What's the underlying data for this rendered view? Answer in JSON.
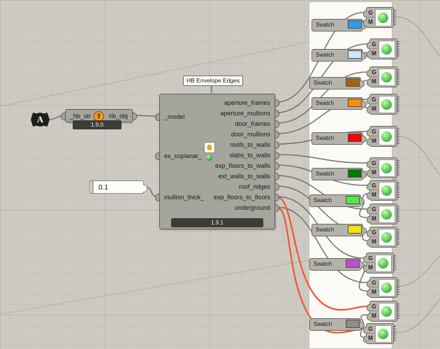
{
  "params": {
    "a_label": "A",
    "hb_obj": {
      "input": "_hb_str",
      "output": "hb_obj",
      "version": "1.9.0"
    },
    "panel_value": "0.1"
  },
  "envelope": {
    "title": "HB Envelope Edges",
    "version": "1.9.1",
    "inputs": [
      "_model",
      "ex_coplanar_",
      "mullion_thick_"
    ],
    "outputs": [
      "aperture_frames",
      "aperture_mullions",
      "door_frames",
      "door_mullions",
      "roofs_to_walls",
      "slabs_to_walls",
      "exp_floors_to_walls",
      "ext_walls_to_walls",
      "roof_ridges",
      "exp_floors_to_floors",
      "underground"
    ]
  },
  "preview": {
    "g": "G",
    "m": "M"
  },
  "swatches": [
    {
      "label": "Swatch",
      "color": "#2E9BF0"
    },
    {
      "label": "Swatch",
      "color": "#CBE8F7"
    },
    {
      "label": "Swatch",
      "color": "#A2660F"
    },
    {
      "label": "Swatch",
      "color": "#FF8C00"
    },
    {
      "label": "Swatch",
      "color": "#FF0000"
    },
    {
      "label": "Swatch",
      "color": "#007A00"
    },
    {
      "label": "Swatch",
      "color": "#4CEA4C"
    },
    {
      "label": "Swatch",
      "color": "#F5E400"
    },
    {
      "label": "Swatch",
      "color": "#BF4FD0"
    },
    {
      "label": "Swatch",
      "color": "#8C8C8C"
    }
  ],
  "colors": {
    "wire": "#6d6c66",
    "wire_highlight": "#EE5A2E",
    "upgrade_icon": "#F59B1D"
  }
}
